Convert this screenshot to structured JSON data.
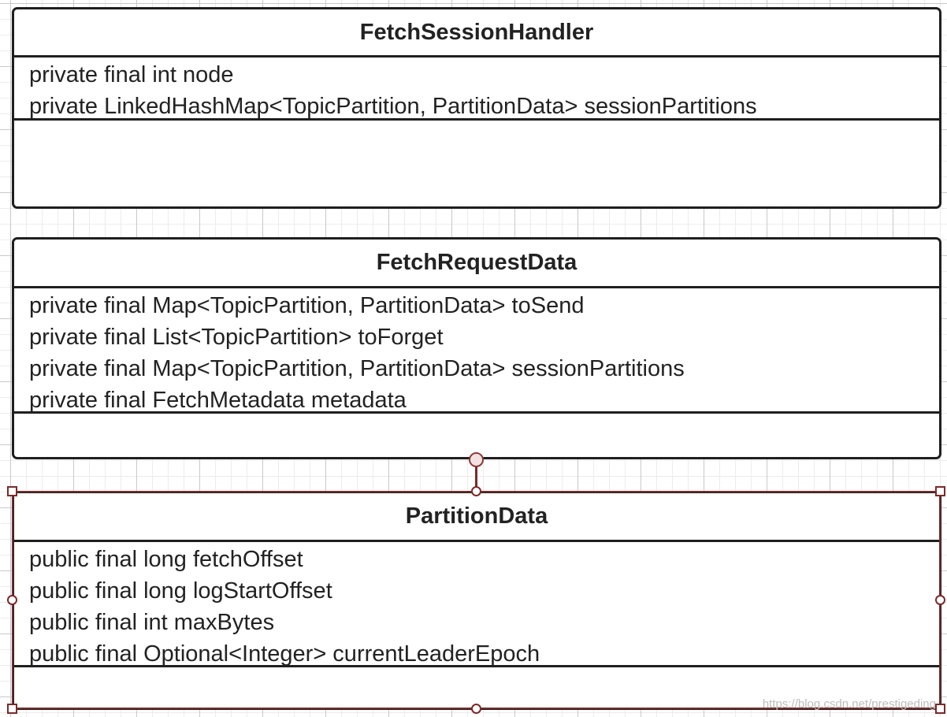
{
  "classes": [
    {
      "name": "FetchSessionHandler",
      "attributes": [
        "private final int node",
        "private LinkedHashMap<TopicPartition, PartitionData> sessionPartitions"
      ]
    },
    {
      "name": "FetchRequestData",
      "attributes": [
        "private final Map<TopicPartition, PartitionData> toSend",
        "private final List<TopicPartition> toForget",
        "private final Map<TopicPartition, PartitionData> sessionPartitions",
        "private final FetchMetadata metadata"
      ]
    },
    {
      "name": "PartitionData",
      "attributes": [
        "public final long fetchOffset",
        "public final long logStartOffset",
        "public final int maxBytes",
        "public final Optional<Integer> currentLeaderEpoch"
      ]
    }
  ],
  "watermark": "https://blog.csdn.net/prestigeding"
}
